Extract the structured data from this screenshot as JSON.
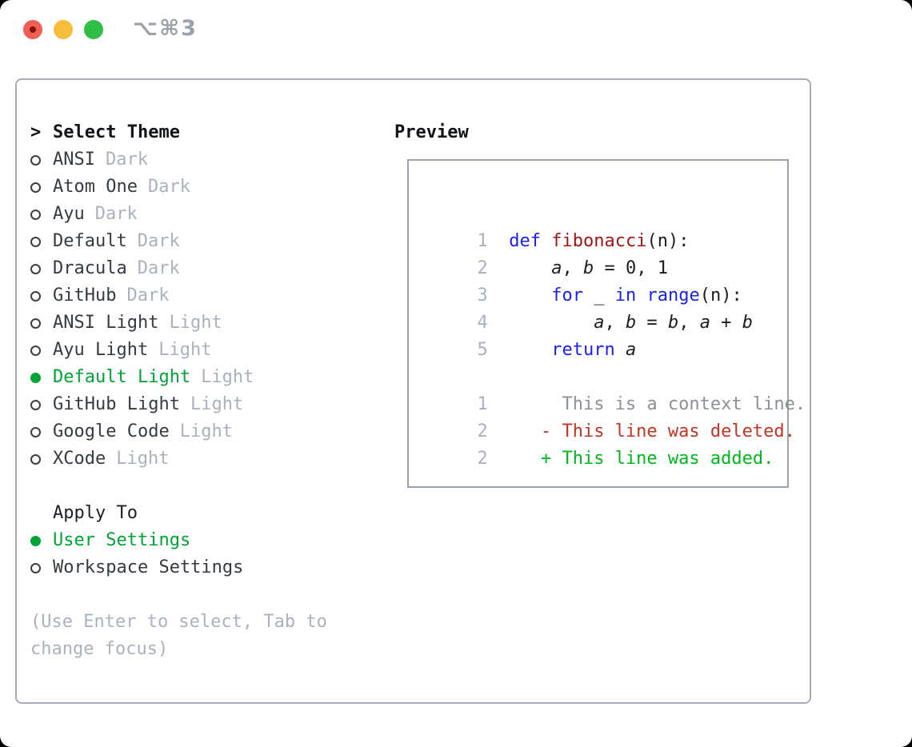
{
  "window": {
    "shortcut_label": "⌥⌘3"
  },
  "colors": {
    "accent_green": "#00a437",
    "added_green": "#00b71d",
    "deleted_red": "#c43423",
    "keyword_blue": "#1a22ee",
    "function_red": "#a31515",
    "muted_gray": "#a9b2bf",
    "context_gray": "#8a9199",
    "text_dark": "#343b43",
    "panel_border_gray": "#a6adb8",
    "traffic_red": "#f15f52",
    "traffic_yellow": "#f7bd3b",
    "traffic_green": "#2fbe46"
  },
  "theme_picker": {
    "header": {
      "prompt": ">",
      "label": "Select Theme"
    },
    "themes": [
      {
        "name": "ANSI",
        "variant": "Dark",
        "selected": false
      },
      {
        "name": "Atom One",
        "variant": "Dark",
        "selected": false
      },
      {
        "name": "Ayu",
        "variant": "Dark",
        "selected": false
      },
      {
        "name": "Default",
        "variant": "Dark",
        "selected": false
      },
      {
        "name": "Dracula",
        "variant": "Dark",
        "selected": false
      },
      {
        "name": "GitHub",
        "variant": "Dark",
        "selected": false
      },
      {
        "name": "ANSI Light",
        "variant": "Light",
        "selected": false
      },
      {
        "name": "Ayu Light",
        "variant": "Light",
        "selected": false
      },
      {
        "name": "Default Light",
        "variant": "Light",
        "selected": true
      },
      {
        "name": "GitHub Light",
        "variant": "Light",
        "selected": false
      },
      {
        "name": "Google Code",
        "variant": "Light",
        "selected": false
      },
      {
        "name": "XCode",
        "variant": "Light",
        "selected": false
      }
    ],
    "apply_to": {
      "label": "Apply To",
      "options": [
        {
          "name": "User Settings",
          "selected": true
        },
        {
          "name": "Workspace Settings",
          "selected": false
        }
      ]
    },
    "hint_line1": "(Use Enter to select, Tab to",
    "hint_line2": "change focus)"
  },
  "preview": {
    "title": "Preview",
    "code": [
      {
        "ln": "1",
        "tokens": [
          {
            "t": "  "
          },
          {
            "t": "def",
            "c": "kw"
          },
          {
            "t": " "
          },
          {
            "t": "fibonacci",
            "c": "fn"
          },
          {
            "t": "(n):"
          }
        ]
      },
      {
        "ln": "2",
        "tokens": [
          {
            "t": "      "
          },
          {
            "t": "a",
            "c": "var"
          },
          {
            "t": ", "
          },
          {
            "t": "b",
            "c": "var"
          },
          {
            "t": " = 0, 1"
          }
        ]
      },
      {
        "ln": "3",
        "tokens": [
          {
            "t": "      "
          },
          {
            "t": "for",
            "c": "kw"
          },
          {
            "t": " _ "
          },
          {
            "t": "in",
            "c": "kw"
          },
          {
            "t": " "
          },
          {
            "t": "range",
            "c": "kw"
          },
          {
            "t": "(n):"
          }
        ]
      },
      {
        "ln": "4",
        "tokens": [
          {
            "t": "          "
          },
          {
            "t": "a",
            "c": "var"
          },
          {
            "t": ", "
          },
          {
            "t": "b",
            "c": "var"
          },
          {
            "t": " = "
          },
          {
            "t": "b",
            "c": "var"
          },
          {
            "t": ", "
          },
          {
            "t": "a",
            "c": "var"
          },
          {
            "t": " + "
          },
          {
            "t": "b",
            "c": "var"
          }
        ]
      },
      {
        "ln": "5",
        "tokens": [
          {
            "t": "      "
          },
          {
            "t": "return",
            "c": "kw"
          },
          {
            "t": " "
          },
          {
            "t": "a",
            "c": "var"
          }
        ]
      }
    ],
    "diff": [
      {
        "ln": "1",
        "gap": "       ",
        "text": "This is a context line.",
        "kind": "context"
      },
      {
        "ln": "2",
        "gap": "     ",
        "text": "- This line was deleted.",
        "kind": "deleted"
      },
      {
        "ln": "2",
        "gap": "     ",
        "text": "+ This line was added.",
        "kind": "added"
      }
    ]
  }
}
